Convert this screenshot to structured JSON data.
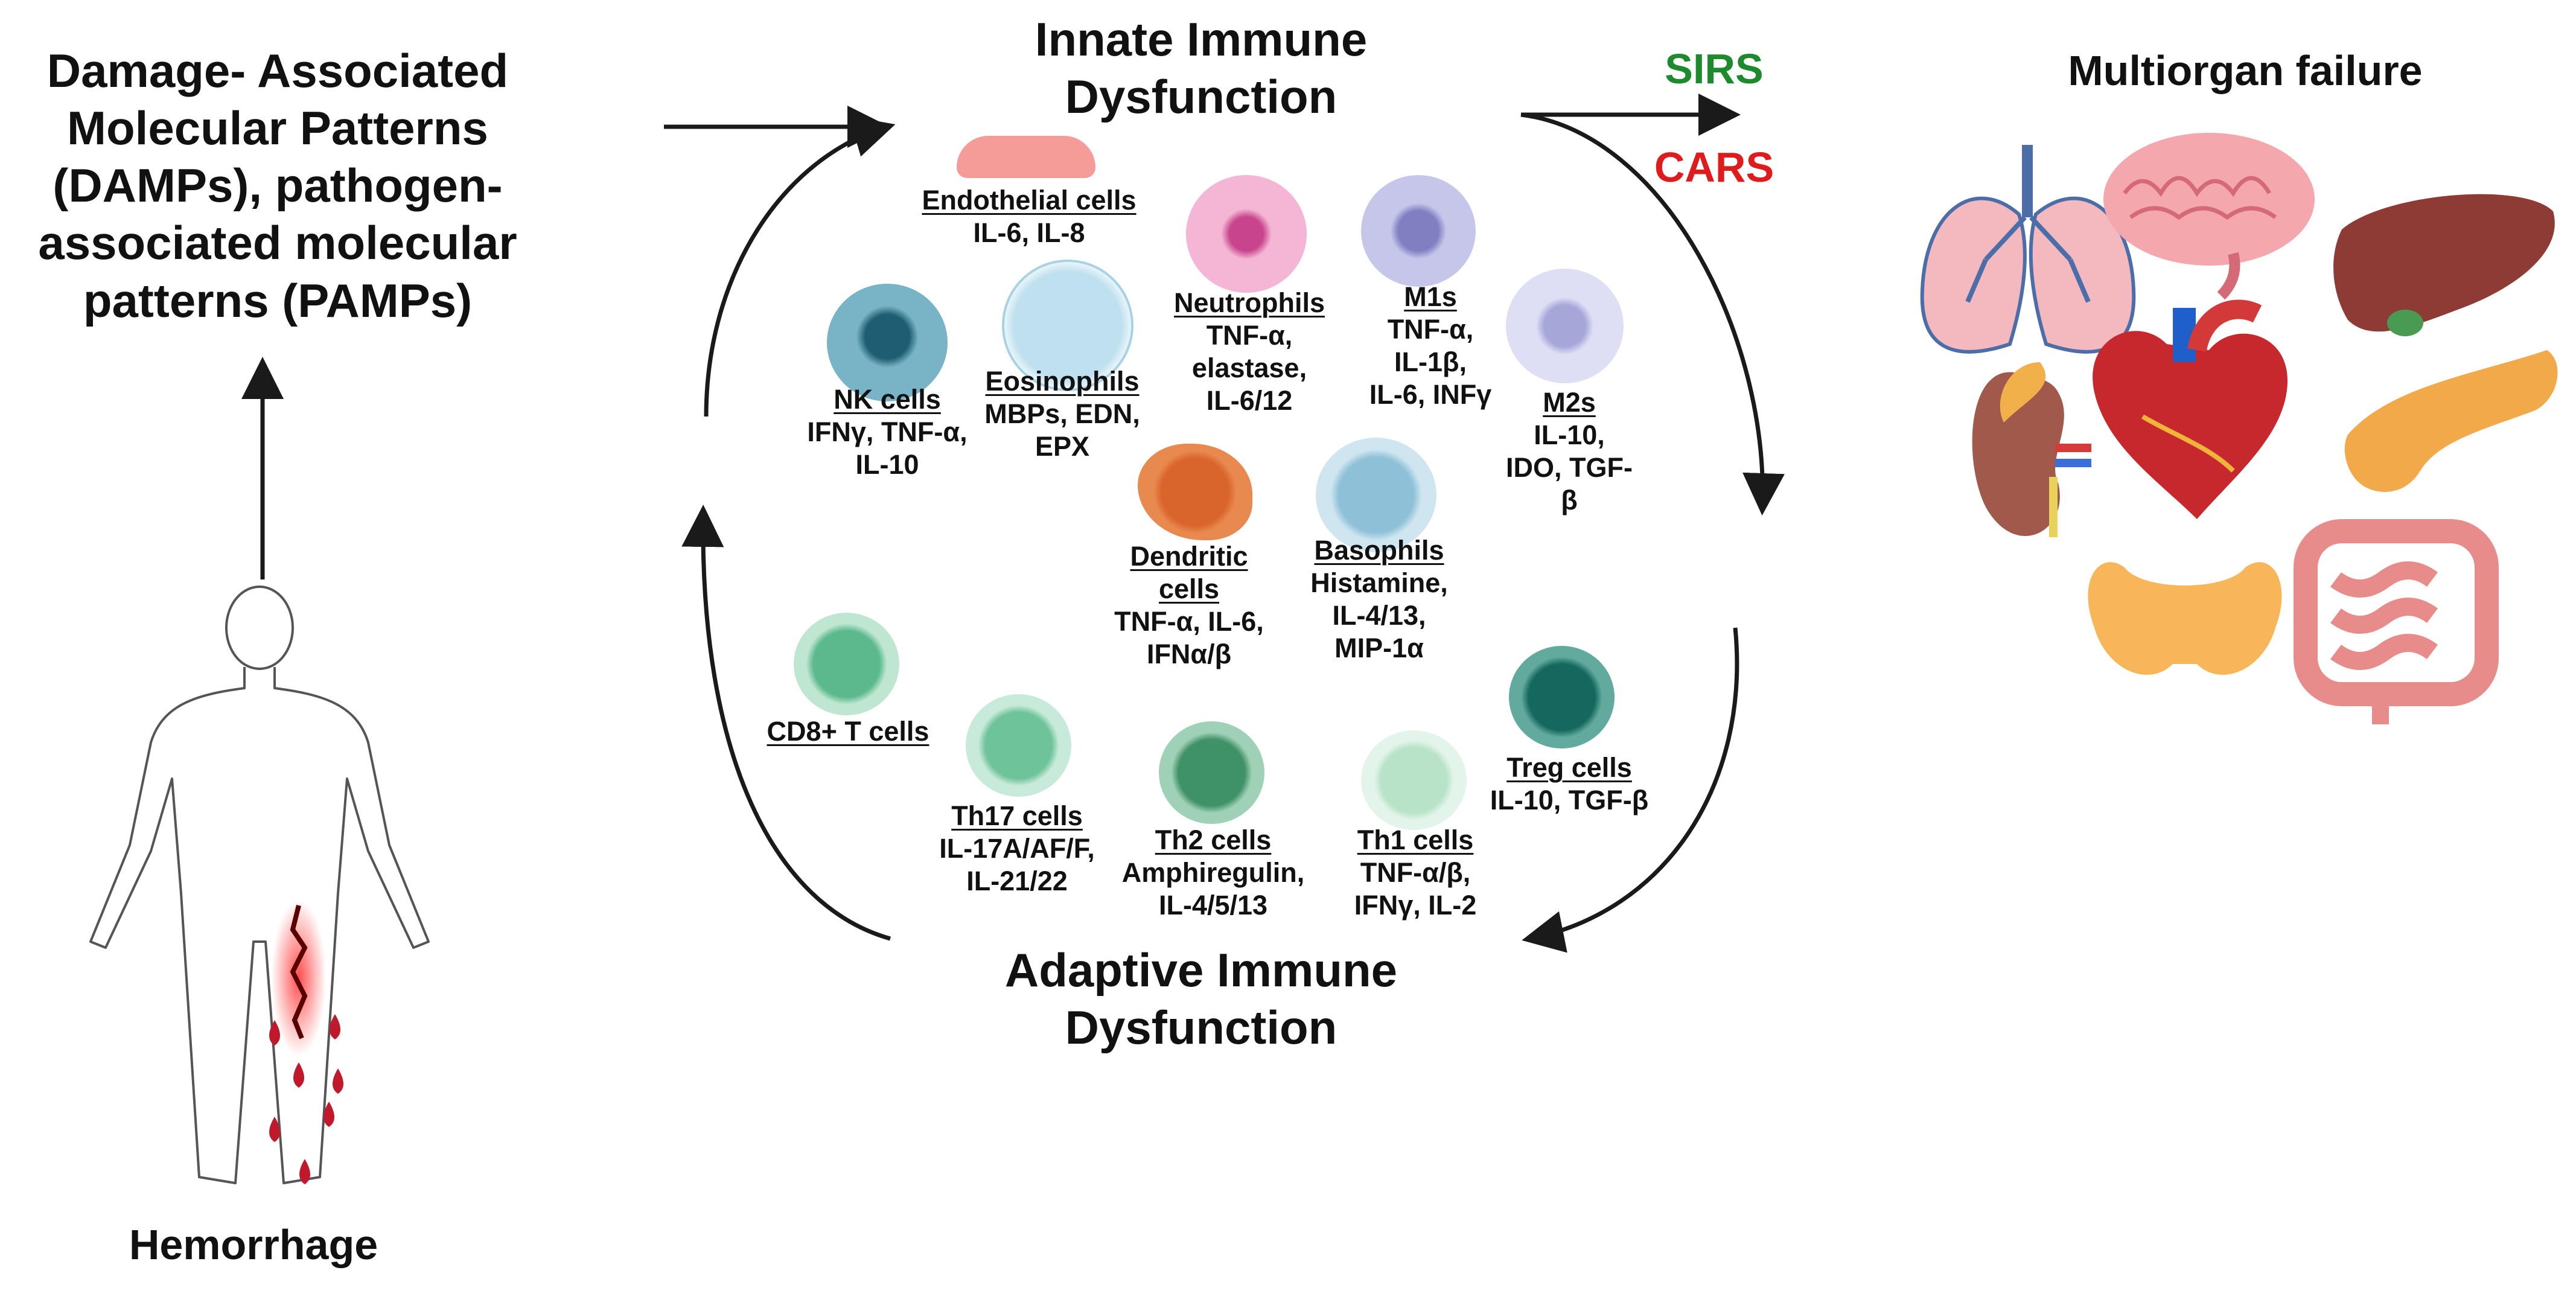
{
  "texts": {
    "damps": "Damage- Associated\nMolecular Patterns\n(DAMPs), pathogen-\nassociated molecular\npatterns (PAMPs)",
    "innate": "Innate Immune\nDysfunction",
    "adaptive": "Adaptive Immune\nDysfunction",
    "sirs": "SIRS",
    "cars": "CARS",
    "multiorgan": "Multiorgan failure",
    "hemorrhage": "Hemorrhage"
  },
  "colors": {
    "sirs": "#1e8a2e",
    "cars": "#e01b1b",
    "arrow": "#1a1a1a"
  },
  "cells": {
    "endothelial": {
      "name": "Endothelial cells",
      "cytokines": "IL-6, IL-8",
      "icon": "endothelial-cell-icon"
    },
    "neutrophils": {
      "name": "Neutrophils",
      "cytokines": "TNF-α,\nelastase,\nIL-6/12",
      "icon": "neutrophil-icon"
    },
    "m1s": {
      "name": "M1s",
      "cytokines": "TNF-α,\nIL-1β,\nIL-6, INFγ",
      "icon": "m1-macrophage-icon"
    },
    "m2s": {
      "name": "M2s",
      "cytokines": "IL-10,\nIDO, TGF-\nβ",
      "icon": "m2-macrophage-icon"
    },
    "nk": {
      "name": "NK cells",
      "cytokines": "IFNγ, TNF-α,\nIL-10",
      "icon": "nk-cell-icon"
    },
    "eosinophils": {
      "name": "Eosinophils",
      "cytokines": "MBPs, EDN,\nEPX",
      "icon": "eosinophil-icon"
    },
    "dendritic": {
      "name": "Dendritic\ncells",
      "cytokines": "TNF-α, IL-6,\nIFNα/β",
      "icon": "dendritic-cell-icon"
    },
    "basophils": {
      "name": "Basophils",
      "cytokines": "Histamine,\nIL-4/13,\nMIP-1α",
      "icon": "basophil-icon"
    },
    "cd8": {
      "name": "CD8+ T cells",
      "cytokines": "",
      "icon": "cd8-t-cell-icon"
    },
    "th17": {
      "name": "Th17 cells",
      "cytokines": "IL-17A/AF/F,\nIL-21/22",
      "icon": "th17-cell-icon"
    },
    "th2": {
      "name": "Th2 cells",
      "cytokines": "Amphiregulin,\nIL-4/5/13",
      "icon": "th2-cell-icon"
    },
    "th1": {
      "name": "Th1 cells",
      "cytokines": "TNF-α/β,\nIFNγ, IL-2",
      "icon": "th1-cell-icon"
    },
    "treg": {
      "name": "Treg cells",
      "cytokines": "IL-10, TGF-β",
      "icon": "treg-cell-icon"
    }
  },
  "organs": [
    "lungs-icon",
    "brain-icon",
    "liver-icon",
    "kidney-icon",
    "heart-icon",
    "pancreas-icon",
    "thyroid-icon",
    "intestine-icon"
  ]
}
